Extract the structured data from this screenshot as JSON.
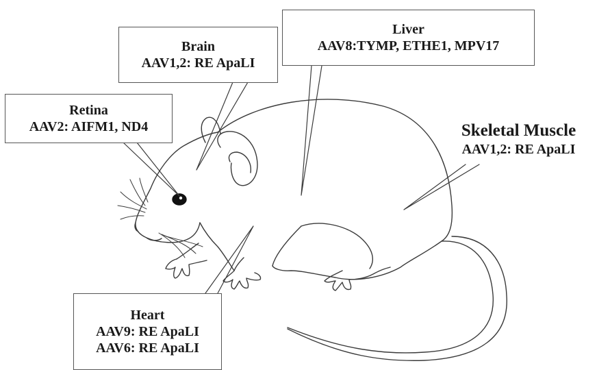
{
  "callouts": {
    "brain": {
      "title": "Brain",
      "lines": [
        "AAV1,2: RE ApaLI"
      ]
    },
    "liver": {
      "title": "Liver",
      "lines": [
        "AAV8:TYMP, ETHE1, MPV17"
      ]
    },
    "retina": {
      "title": "Retina",
      "lines": [
        "AAV2: AIFM1, ND4"
      ]
    },
    "skeletal_muscle": {
      "title": "Skeletal Muscle",
      "lines": [
        "AAV1,2: RE ApaLI"
      ]
    },
    "heart": {
      "title": "Heart",
      "lines": [
        "AAV9: RE ApaLI",
        "AAV6: RE ApaLI"
      ]
    }
  },
  "colors": {
    "outline": "#3a3a3a",
    "box_border": "#555555",
    "text": "#1a1a1a"
  },
  "illustration": "mouse"
}
